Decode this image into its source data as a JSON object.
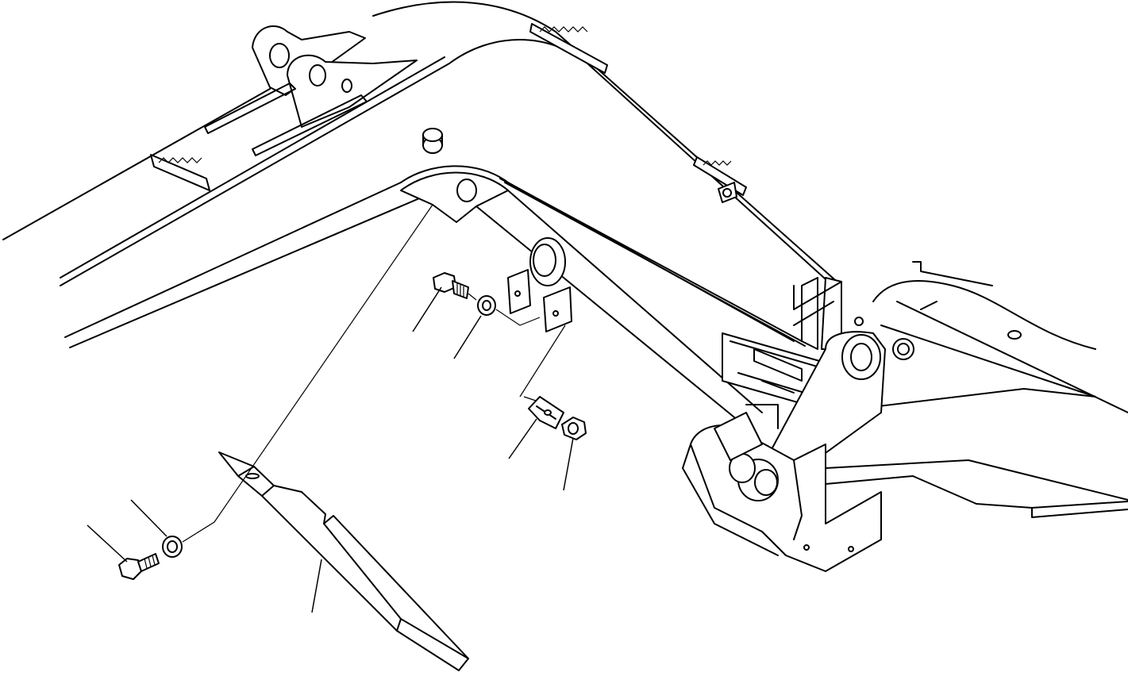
{
  "diagram": {
    "parts": [
      {
        "id": "guard-plate",
        "name": "guard plate"
      },
      {
        "id": "bolt-upper",
        "name": "bolt"
      },
      {
        "id": "washer-upper",
        "name": "washer"
      },
      {
        "id": "clip",
        "name": "clip"
      },
      {
        "id": "nut",
        "name": "nut"
      },
      {
        "id": "bolt-lower",
        "name": "bolt"
      },
      {
        "id": "washer-lower",
        "name": "washer"
      }
    ],
    "callouts": [
      "",
      "",
      "",
      "",
      "",
      "",
      ""
    ]
  }
}
